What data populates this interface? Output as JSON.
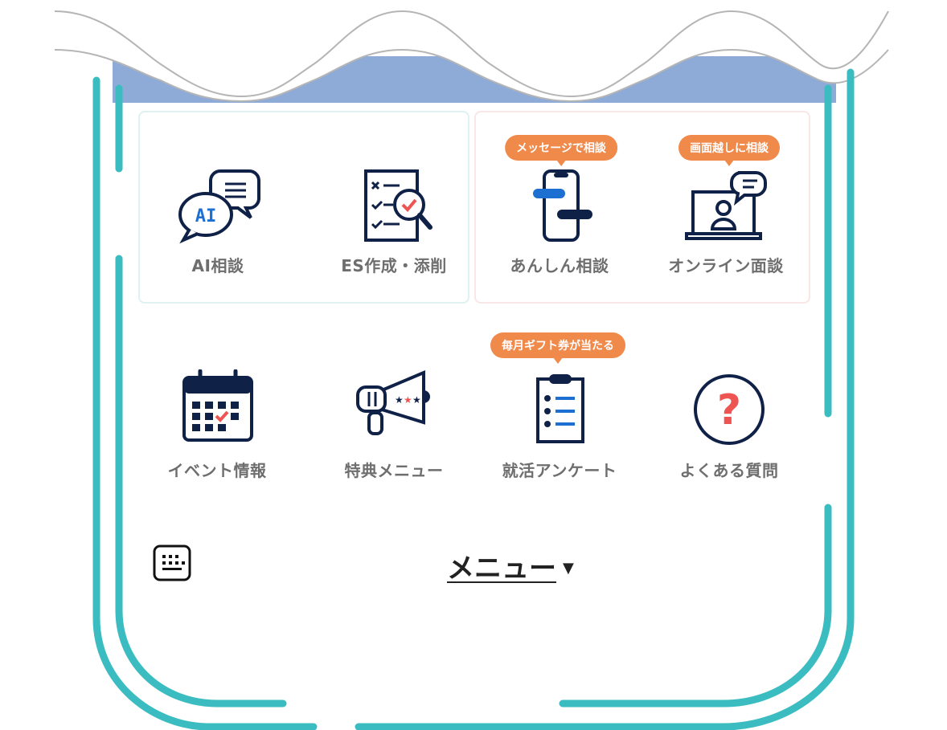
{
  "colors": {
    "frame": "#3bbcc0",
    "wave_fill": "#8eabd8",
    "wave_line": "#b5b5b5",
    "badge": "#f08a4b",
    "label": "#6e6e6e",
    "icon_navy": "#0f2147",
    "icon_blue": "#1d6fd1",
    "icon_red": "#ee5552"
  },
  "services": {
    "ai": {
      "label": "AI相談",
      "icon": "ai-chat-icon",
      "icon_text": "AI"
    },
    "es": {
      "label": "ES作成・添削",
      "icon": "document-review-icon"
    },
    "anshin": {
      "label": "あんしん相談",
      "badge": "メッセージで相談",
      "icon": "smartphone-chat-icon"
    },
    "online": {
      "label": "オンライン面談",
      "badge": "画面越しに相談",
      "icon": "laptop-video-icon"
    }
  },
  "menu_items": [
    {
      "label": "イベント情報",
      "icon": "calendar-icon"
    },
    {
      "label": "特典メニュー",
      "icon": "megaphone-icon"
    },
    {
      "label": "就活アンケート",
      "icon": "clipboard-icon",
      "badge": "毎月ギフト券が当たる"
    },
    {
      "label": "よくある質問",
      "icon": "question-icon",
      "icon_text": "?"
    }
  ],
  "menu_toggle": {
    "label": "メニュー",
    "caret": "▼",
    "icon": "caret-down-icon"
  },
  "keyboard": {
    "icon": "keyboard-icon"
  }
}
